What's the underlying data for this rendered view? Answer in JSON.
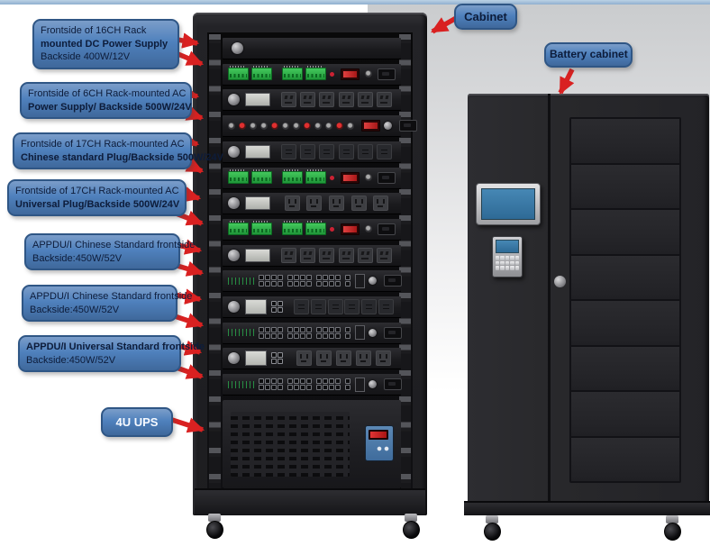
{
  "figure": {
    "description": "Rack cabinet with power supplies, PDUs, switches, UPS, plus battery cabinet",
    "colors": {
      "callout_blue": "#4f81bd",
      "callout_border": "#2f5685",
      "arrow_red": "#d92121",
      "cabinet_black": "#1d1d20",
      "screen_blue": "#3c7dab",
      "terminal_green": "#2fae46",
      "top_strip_blue": "#9db9d6"
    }
  },
  "callouts": [
    {
      "id": "dc16",
      "lines": [
        "Frontside of 16CH Rack",
        "mounted DC Power Supply",
        "Backside 400W/12V"
      ]
    },
    {
      "id": "ac6",
      "lines": [
        "Frontside of 6CH Rack-mounted AC",
        "Power Supply/ Backside 500W/24V"
      ]
    },
    {
      "id": "ac17cn",
      "lines": [
        "Frontside of 17CH Rack-mounted AC",
        "Chinese standard Plug/Backside 500W/24V"
      ]
    },
    {
      "id": "ac17uni",
      "lines": [
        "Frontside of 17CH Rack-mounted AC",
        "Universal Plug/Backside 500W/24V"
      ]
    },
    {
      "id": "appdu1",
      "lines": [
        "APPDU/I Chinese Standard frontside",
        "Backside:450W/52V"
      ]
    },
    {
      "id": "appdu2",
      "lines": [
        "APPDU/I Chinese Standard frontside",
        "Backside:450W/52V"
      ]
    },
    {
      "id": "appdu3",
      "lines": [
        "APPDU/I Universal Standard frontside",
        "Backside:450W/52V"
      ]
    },
    {
      "id": "ups",
      "lines": [
        "4U  UPS"
      ]
    },
    {
      "id": "cabinet",
      "lines": [
        "Cabinet"
      ]
    },
    {
      "id": "battery",
      "lines": [
        "Battery cabinet"
      ]
    }
  ],
  "rack": {
    "name": "Cabinet",
    "unit_pitch": 28.7,
    "units": [
      {
        "name": "dc-power-supply-frontside",
        "type": "blank"
      },
      {
        "name": "dc-power-supply-backside-terminals",
        "type": "dcterm"
      },
      {
        "name": "ac-power-supply-frontside-chinese-outlets",
        "type": "pducn"
      },
      {
        "name": "ac-power-supply-backside-binding-posts",
        "type": "posts"
      },
      {
        "name": "pdu-chinese-standard-plug",
        "type": "pdudark"
      },
      {
        "name": "pdu-backside-terminals",
        "type": "dcterm"
      },
      {
        "name": "pdu-universal-plug",
        "type": "pduuni"
      },
      {
        "name": "pdu-backside-terminals",
        "type": "dcterm"
      },
      {
        "name": "appdu-chinese-standard-frontside",
        "type": "pducn"
      },
      {
        "name": "network-switch",
        "type": "switch"
      },
      {
        "name": "appdu-chinese-standard",
        "type": "appdu-dark"
      },
      {
        "name": "network-switch",
        "type": "switch"
      },
      {
        "name": "appdu-universal-standard",
        "type": "appdu-uni"
      },
      {
        "name": "network-switch",
        "type": "switch"
      }
    ],
    "ups_name": "4u-ups"
  },
  "battery_cabinet": {
    "name": "Battery cabinet",
    "door_panels": 8,
    "keypad_keys": 15
  }
}
